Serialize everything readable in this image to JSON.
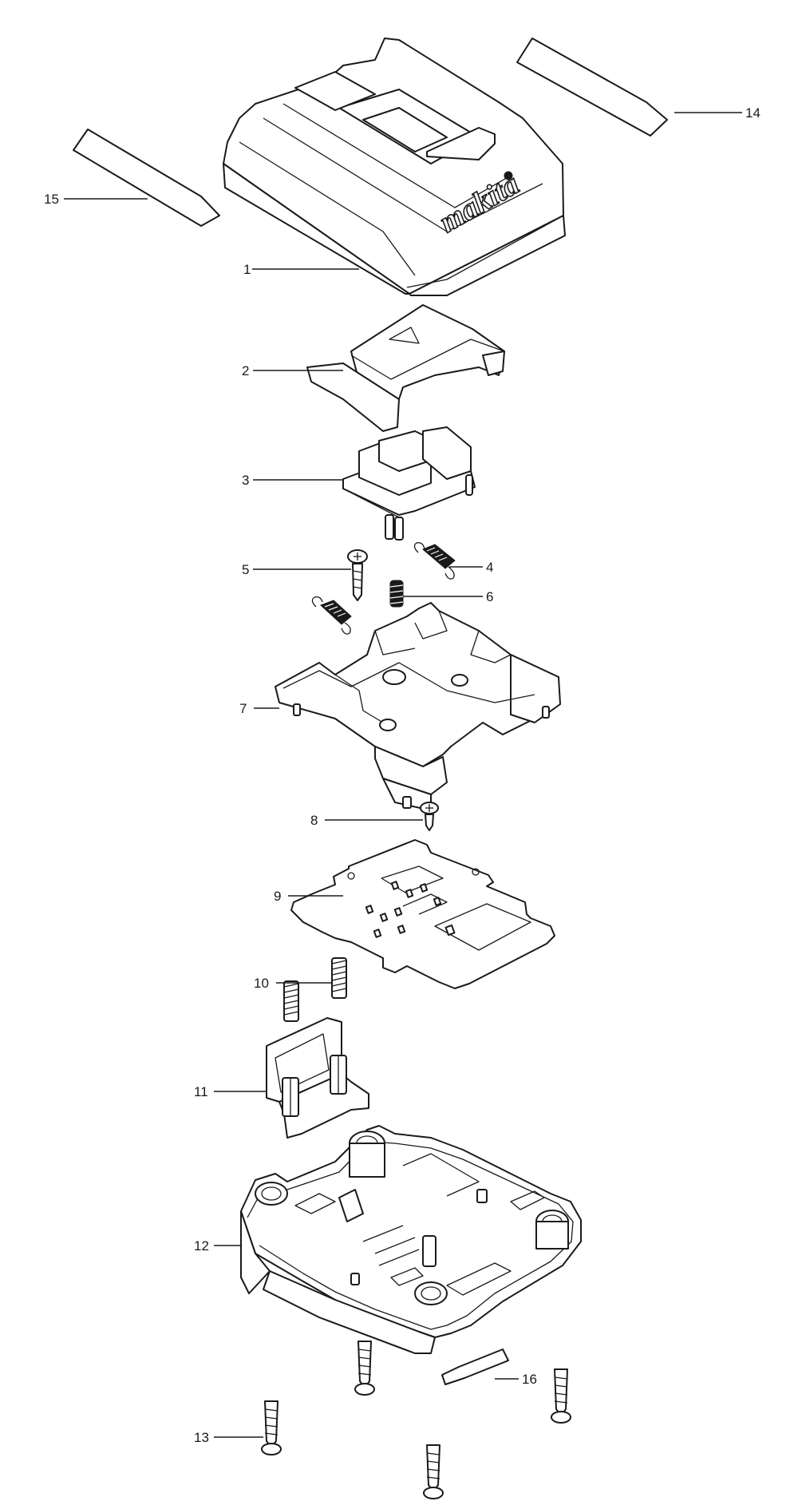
{
  "diagram": {
    "brand_logo": "makita",
    "callouts": [
      {
        "id": "1",
        "label": "1"
      },
      {
        "id": "2",
        "label": "2"
      },
      {
        "id": "3",
        "label": "3"
      },
      {
        "id": "4",
        "label": "4"
      },
      {
        "id": "5",
        "label": "5"
      },
      {
        "id": "6",
        "label": "6"
      },
      {
        "id": "7",
        "label": "7"
      },
      {
        "id": "8",
        "label": "8"
      },
      {
        "id": "9",
        "label": "9"
      },
      {
        "id": "10",
        "label": "10"
      },
      {
        "id": "11",
        "label": "11"
      },
      {
        "id": "12",
        "label": "12"
      },
      {
        "id": "13",
        "label": "13"
      },
      {
        "id": "14",
        "label": "14"
      },
      {
        "id": "15",
        "label": "15"
      },
      {
        "id": "16",
        "label": "16"
      }
    ]
  }
}
